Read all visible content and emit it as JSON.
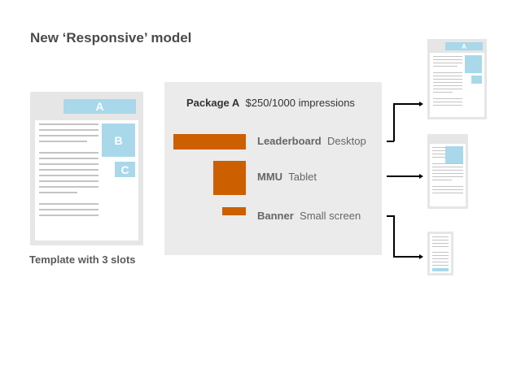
{
  "title": "New ‘Responsive’ model",
  "template": {
    "caption": "Template with 3 slots",
    "slots": {
      "a": "A",
      "b": "B",
      "c": "C"
    }
  },
  "package": {
    "name": "Package A",
    "price": "$250/1000 impressions",
    "rows": [
      {
        "format": "Leaderboard",
        "device": "Desktop"
      },
      {
        "format": "MMU",
        "device": "Tablet"
      },
      {
        "format": "Banner",
        "device": "Small screen"
      }
    ]
  },
  "outputs": {
    "desktop": {
      "slot_a": "A"
    },
    "tablet": {},
    "mobile": {}
  },
  "colors": {
    "accent_bar": "#cc5f00",
    "slot_fill": "#a8d8ea",
    "panel_bg": "#ebebeb",
    "page_bg": "#e6e6e6"
  }
}
